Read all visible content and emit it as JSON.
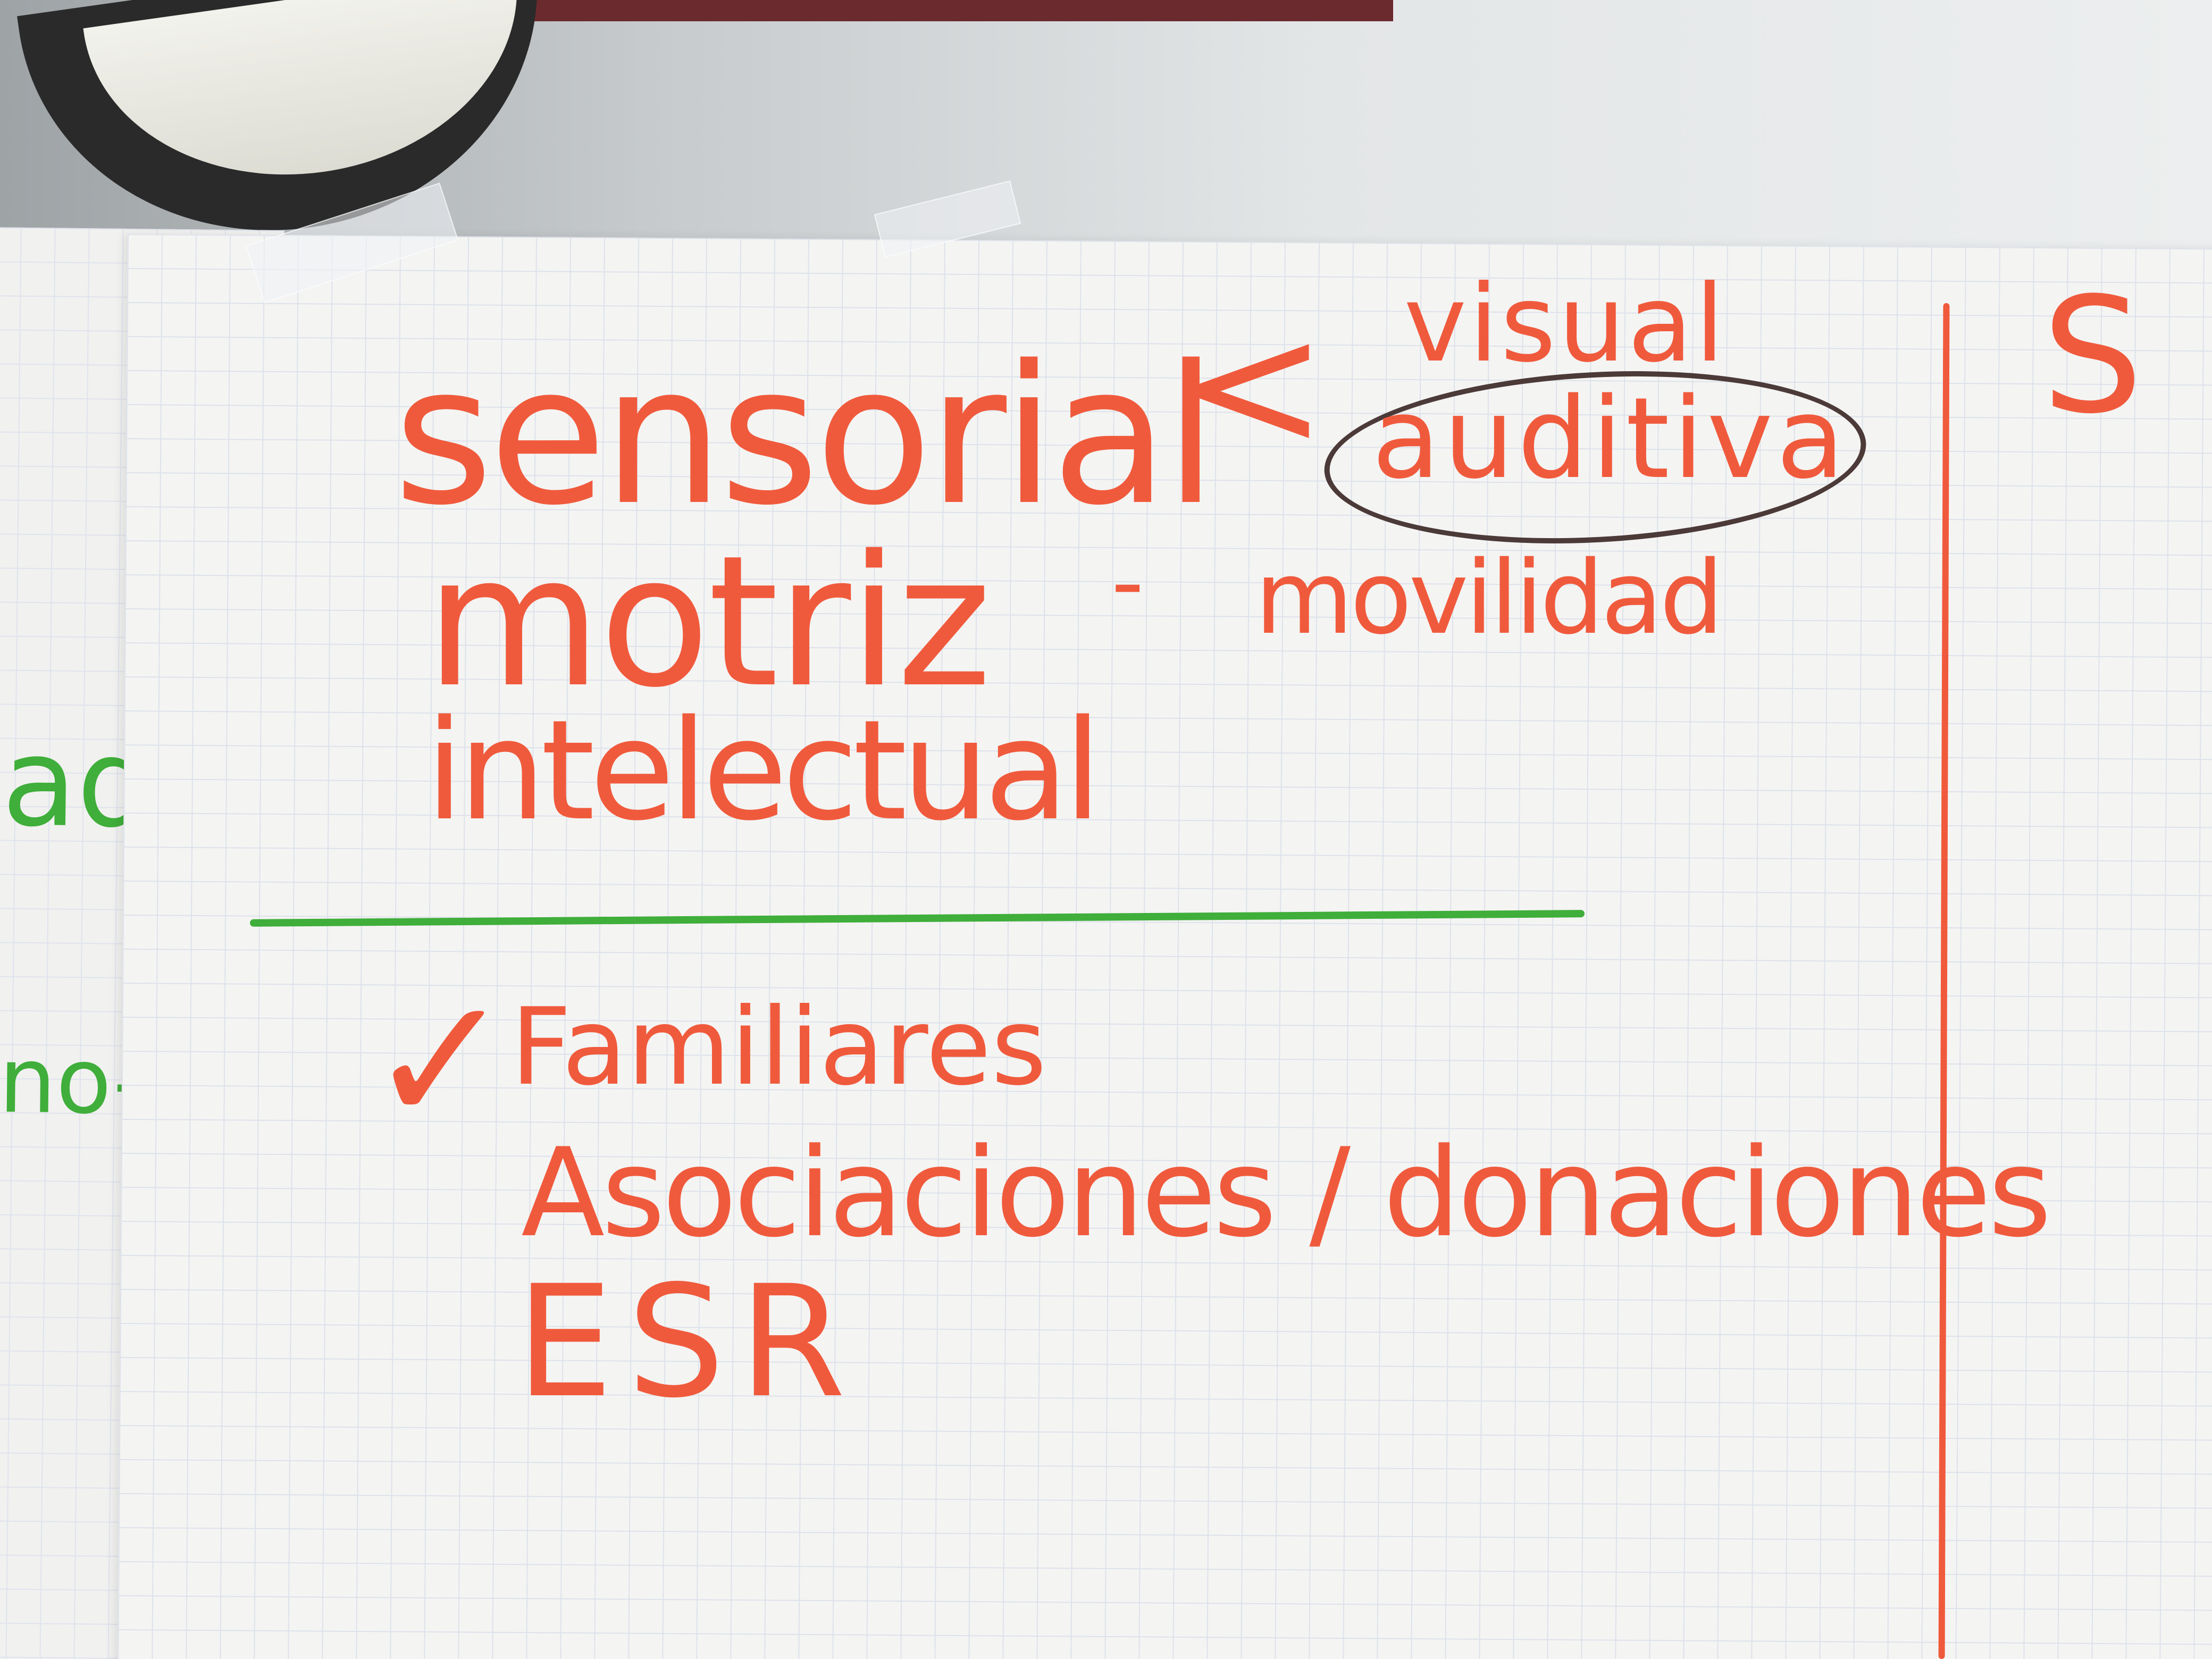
{
  "board": {
    "main": {
      "sensorial": "sensorial",
      "motriz": "motriz",
      "intelectual": "intelectual"
    },
    "branches": {
      "bracket": "<",
      "visual": "visual",
      "auditiva": "auditiva",
      "dash": "-",
      "movilidad": "movilidad"
    },
    "list": {
      "check_mark": "✓",
      "familiares": "Familiares",
      "asociaciones_donaciones": "Asociaciones / donaciones",
      "esr": "ESR"
    },
    "edge_fragments": {
      "right_letter": "S",
      "left_green_top": "ad",
      "left_green_bottom": "no-"
    }
  },
  "colors": {
    "marker_orange": "#f05a3c",
    "marker_green": "#3fae3a",
    "marker_brown": "#4b3a38"
  }
}
